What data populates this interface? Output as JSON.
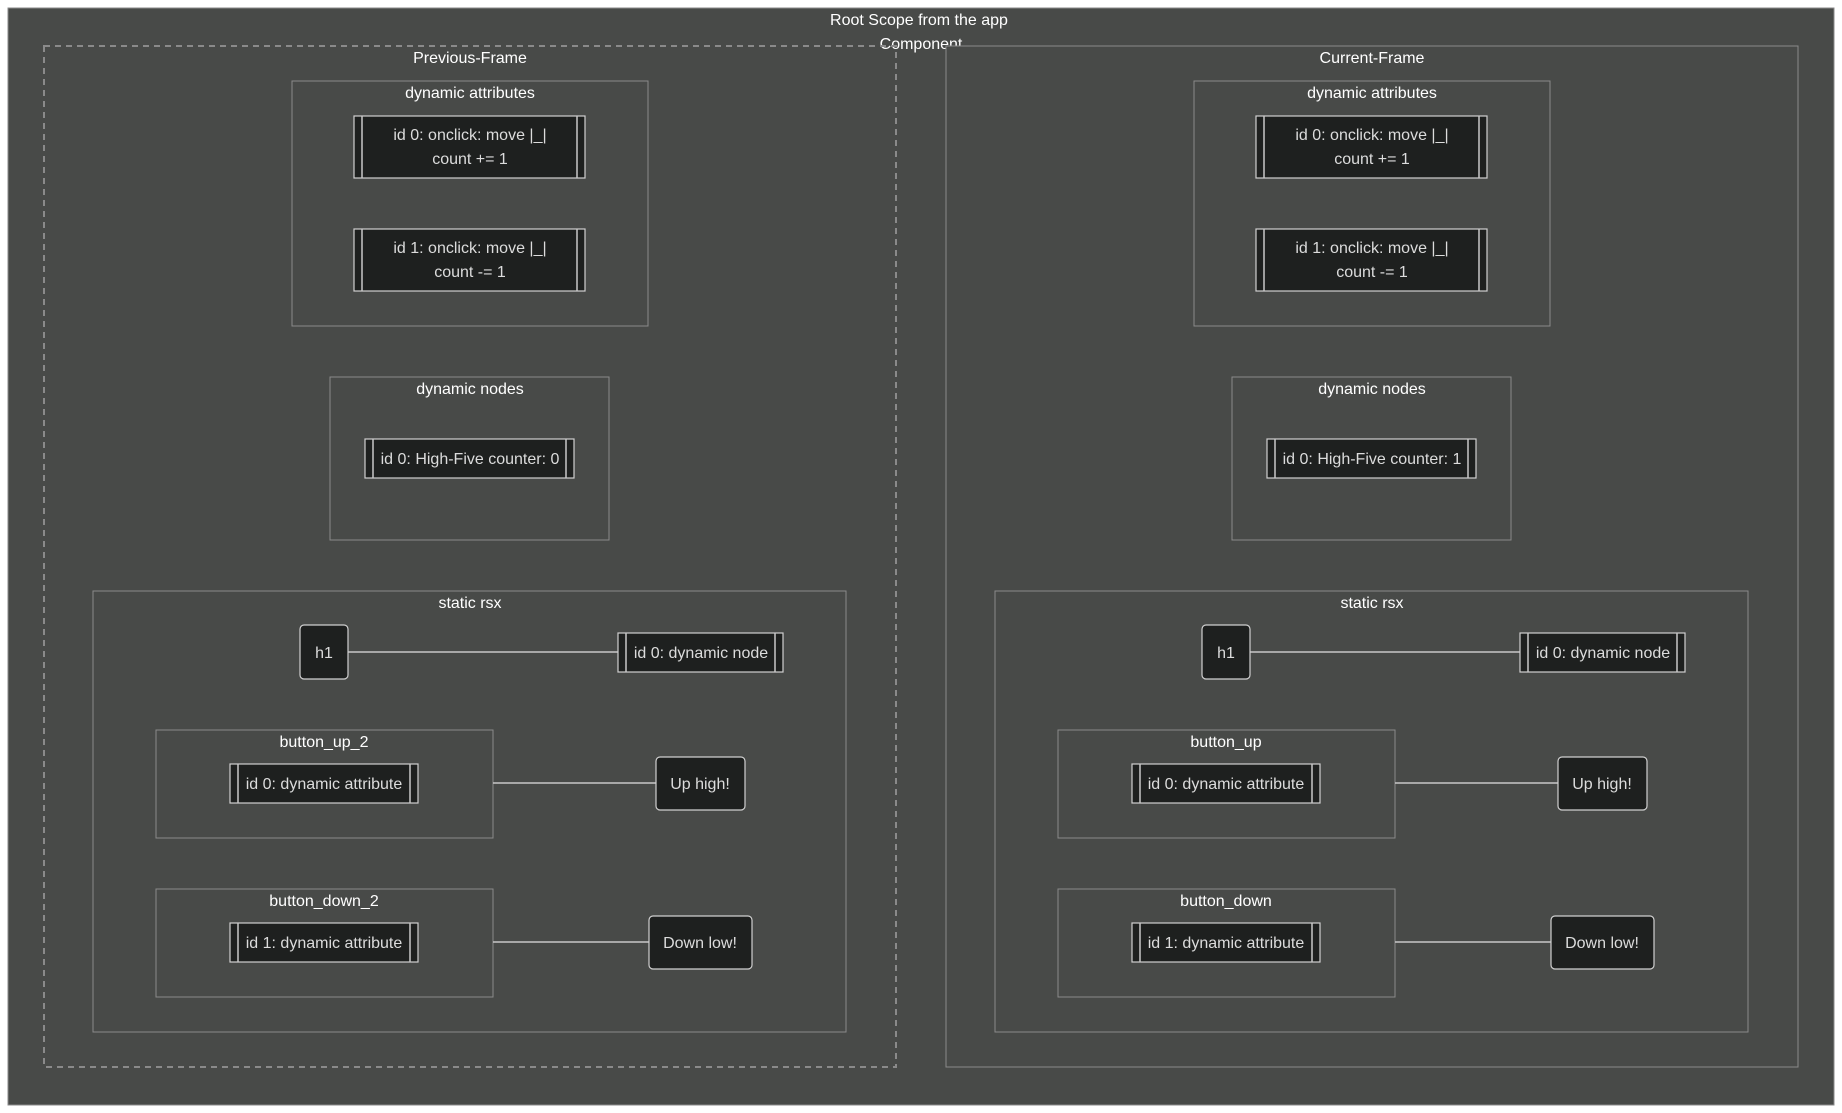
{
  "root": {
    "title_line1": "Root Scope from the app",
    "title_line2": "Component"
  },
  "previous_frame": {
    "title": "Previous-Frame",
    "dynamic_attributes": {
      "title": "dynamic attributes",
      "items": [
        {
          "line1": "id 0: onclick: move |_|",
          "line2": "count += 1"
        },
        {
          "line1": "id 1: onclick: move |_|",
          "line2": "count -= 1"
        }
      ]
    },
    "dynamic_nodes": {
      "title": "dynamic nodes",
      "items": [
        {
          "label": "id 0: High-Five counter: 0"
        }
      ]
    },
    "static_rsx": {
      "title": "static rsx",
      "h1_label": "h1",
      "h1_child": "id 0: dynamic node",
      "button_up": {
        "title": "button_up_2",
        "attribute": "id 0: dynamic attribute",
        "text": "Up high!"
      },
      "button_down": {
        "title": "button_down_2",
        "attribute": "id 1: dynamic attribute",
        "text": "Down low!"
      }
    }
  },
  "current_frame": {
    "title": "Current-Frame",
    "dynamic_attributes": {
      "title": "dynamic attributes",
      "items": [
        {
          "line1": "id 0: onclick: move |_|",
          "line2": "count += 1"
        },
        {
          "line1": "id 1: onclick: move |_|",
          "line2": "count -= 1"
        }
      ]
    },
    "dynamic_nodes": {
      "title": "dynamic nodes",
      "items": [
        {
          "label": "id 0: High-Five counter: 1"
        }
      ]
    },
    "static_rsx": {
      "title": "static rsx",
      "h1_label": "h1",
      "h1_child": "id 0: dynamic node",
      "button_up": {
        "title": "button_up",
        "attribute": "id 0: dynamic attribute",
        "text": "Up high!"
      },
      "button_down": {
        "title": "button_down",
        "attribute": "id 1: dynamic attribute",
        "text": "Down low!"
      }
    }
  },
  "colors": {
    "background": "#484a48",
    "node_fill": "#1e201f",
    "border": "#8a8a8a",
    "text": "#ffffff"
  }
}
